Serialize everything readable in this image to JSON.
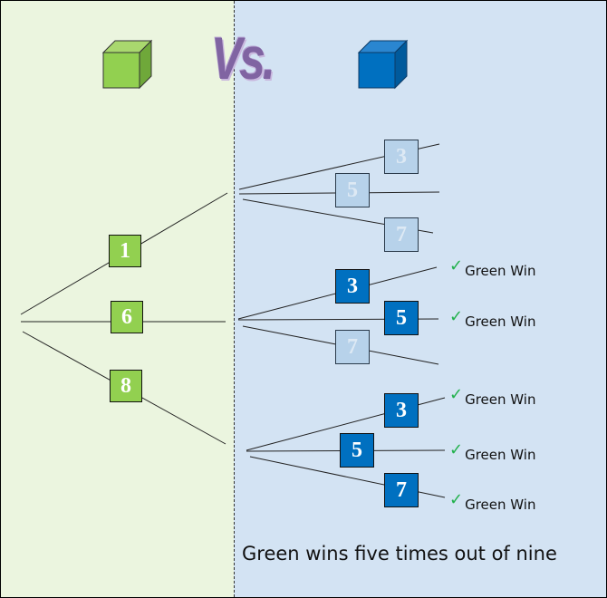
{
  "header": {
    "left_player": "green-cube",
    "vs_label": "Vs.",
    "right_player": "blue-cube"
  },
  "green_die_faces": [
    "1",
    "6",
    "8"
  ],
  "blue_die_faces": [
    "3",
    "5",
    "7"
  ],
  "branches": [
    {
      "green": "1",
      "outcomes": [
        {
          "blue": "3",
          "result": ""
        },
        {
          "blue": "5",
          "result": ""
        },
        {
          "blue": "7",
          "result": ""
        }
      ]
    },
    {
      "green": "6",
      "outcomes": [
        {
          "blue": "3",
          "result": "Green Win"
        },
        {
          "blue": "5",
          "result": "Green Win"
        },
        {
          "blue": "7",
          "result": ""
        }
      ]
    },
    {
      "green": "8",
      "outcomes": [
        {
          "blue": "3",
          "result": "Green Win"
        },
        {
          "blue": "5",
          "result": "Green Win"
        },
        {
          "blue": "7",
          "result": "Green Win"
        }
      ]
    }
  ],
  "summary": "Green wins five times out of nine",
  "colors": {
    "left_bg": "#ebf5df",
    "right_bg": "#d3e3f3",
    "green": "#92d050",
    "blue": "#0070c0",
    "faded_blue": "#b7d2ea",
    "vs": "#8064a2",
    "check": "#22b14c"
  },
  "icons": {
    "check": "✓"
  }
}
